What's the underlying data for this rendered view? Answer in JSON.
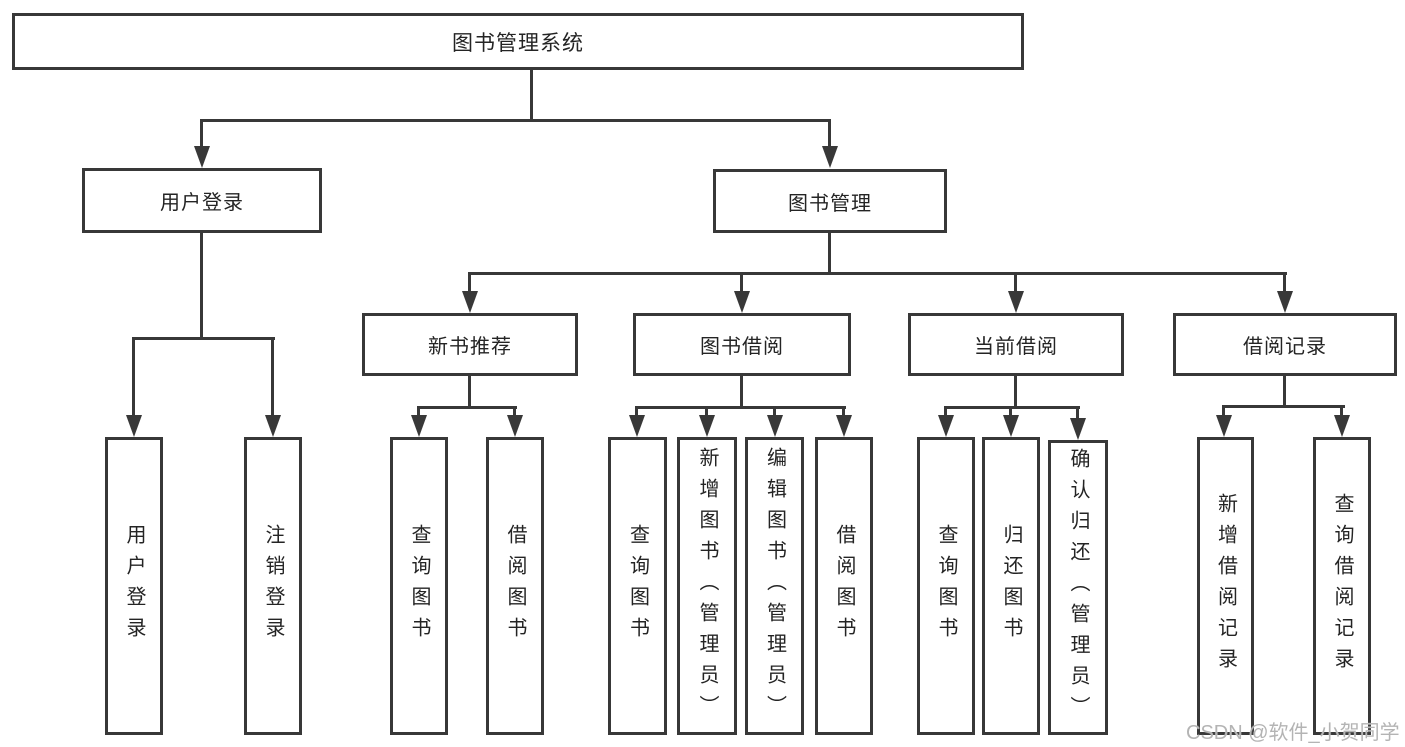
{
  "diagram": {
    "type": "hierarchy-tree",
    "root": "图书管理系统",
    "branches": [
      {
        "label": "用户登录",
        "children": [
          "用户登录",
          "注销登录"
        ]
      },
      {
        "label": "图书管理",
        "children": [
          {
            "label": "新书推荐",
            "children": [
              "查询图书",
              "借阅图书"
            ]
          },
          {
            "label": "图书借阅",
            "children": [
              "查询图书",
              "新增图书（管理员）",
              "编辑图书（管理员）",
              "借阅图书"
            ]
          },
          {
            "label": "当前借阅",
            "children": [
              "查询图书",
              "归还图书",
              "确认归还（管理员）"
            ]
          },
          {
            "label": "借阅记录",
            "children": [
              "新增借阅记录",
              "查询借阅记录"
            ]
          }
        ]
      }
    ]
  },
  "watermark": {
    "text": "CSDN @软件_小贺同学"
  },
  "colors": {
    "line": "#383838",
    "box_border": "#383838",
    "box_bg": "#ffffff",
    "text": "#242424",
    "watermark": "#b4b4b4",
    "background": "#ffffff"
  }
}
